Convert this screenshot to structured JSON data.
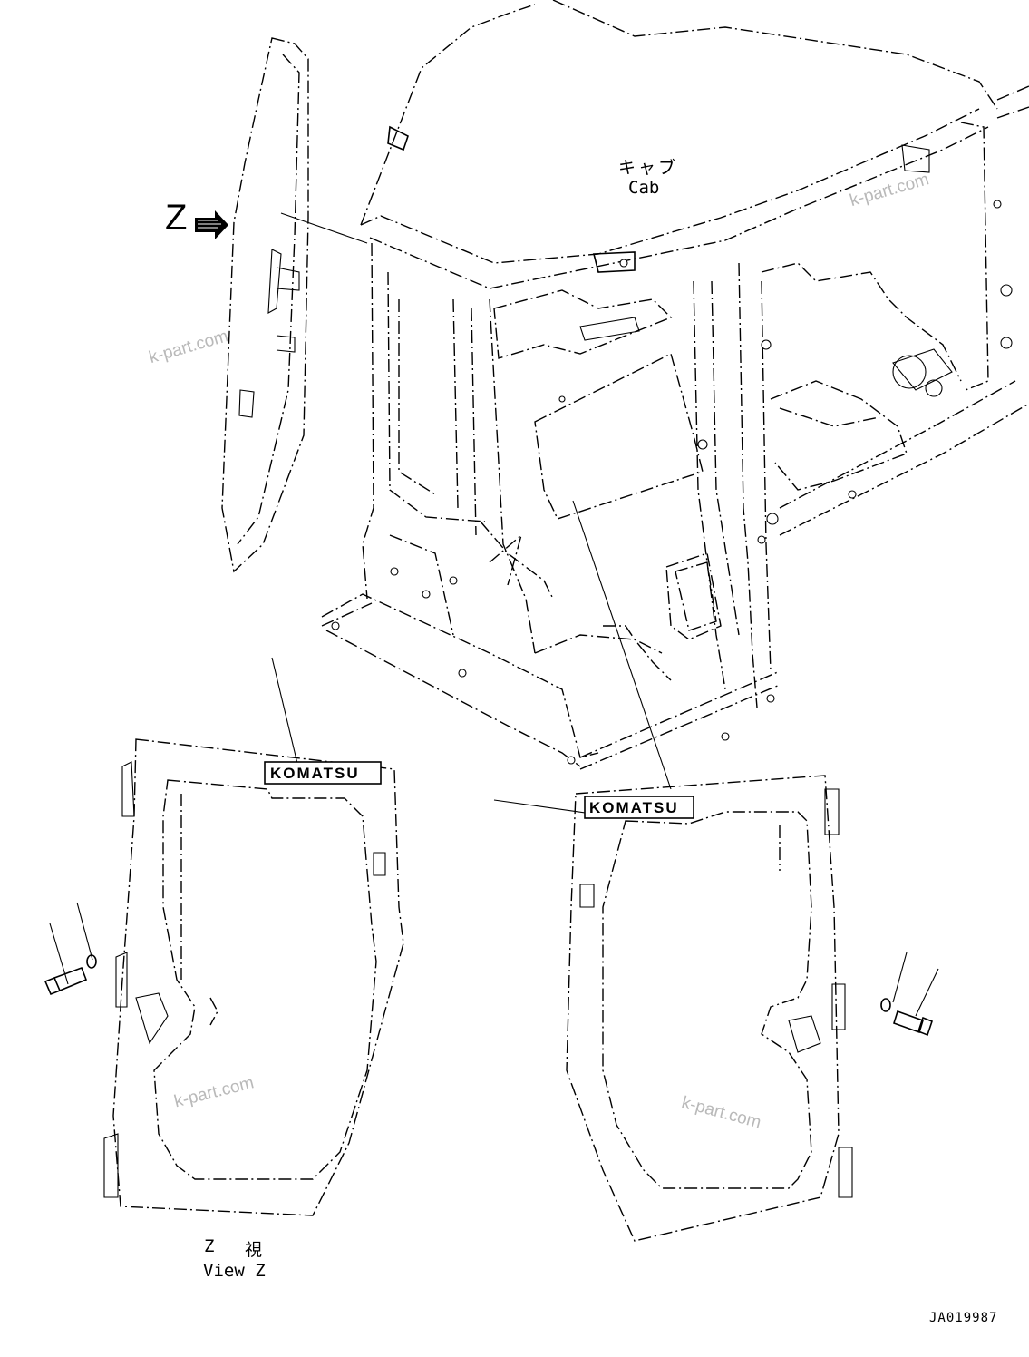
{
  "diagram": {
    "cab_label_jp": "キャブ",
    "cab_label_en": "Cab",
    "view_arrow_letter": "Z",
    "view_label_jp_letter": "Z",
    "view_label_jp_char": "視",
    "view_label_en": "View Z",
    "logo_left": "KOMATSU",
    "logo_right": "KOMATSU",
    "drawing_number": "JA019987",
    "watermarks": [
      "k-part.com",
      "k-part.com",
      "k-part.com",
      "k-part.com"
    ]
  }
}
